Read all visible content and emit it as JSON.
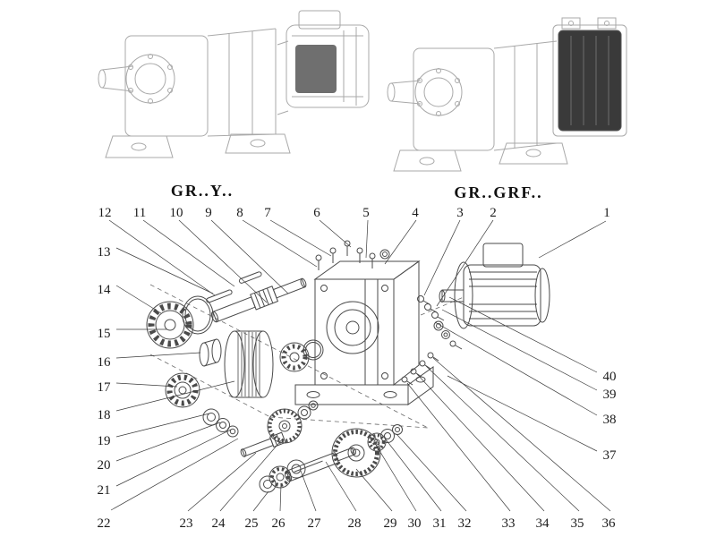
{
  "variants": {
    "left": "GR..Y..",
    "right": "GR..GRF.."
  },
  "callouts": {
    "top": [
      "12",
      "11",
      "10",
      "9",
      "8",
      "7",
      "6",
      "5",
      "4",
      "3",
      "2",
      "1"
    ],
    "left": [
      "13",
      "14",
      "15",
      "16",
      "17",
      "18",
      "19",
      "20",
      "21",
      "22"
    ],
    "bottom": [
      "23",
      "24",
      "25",
      "26",
      "27",
      "28",
      "29",
      "30",
      "31",
      "32",
      "33",
      "34",
      "35",
      "36"
    ],
    "right": [
      "40",
      "39",
      "38",
      "37"
    ]
  },
  "colors": {
    "diagram_line": "#4a4a4a",
    "photo_line": "#a9a9a9",
    "callout_text": "#1b1b1b",
    "label_text": "#101010",
    "dark_block": "#3a3a3a"
  }
}
